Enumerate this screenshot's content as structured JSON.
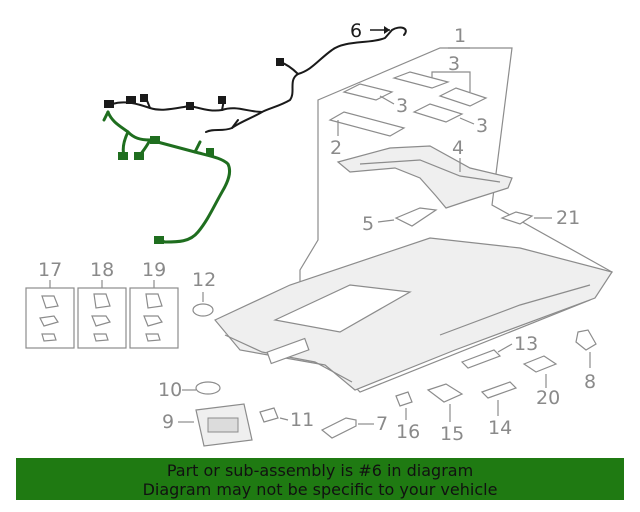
{
  "callouts": {
    "c1": "1",
    "c2": "2",
    "c3a": "3",
    "c3b": "3",
    "c3c": "3",
    "c4": "4",
    "c5": "5",
    "c6": "6",
    "c7": "7",
    "c8": "8",
    "c9": "9",
    "c10": "10",
    "c11": "11",
    "c12": "12",
    "c13": "13",
    "c14": "14",
    "c15": "15",
    "c16": "16",
    "c17": "17",
    "c18": "18",
    "c19": "19",
    "c20": "20",
    "c21": "21"
  },
  "highlight_part": "6",
  "colors": {
    "banner": "#1f7a12",
    "highlight": "#1f6e1f",
    "line": "#8c8c8c"
  },
  "banner": {
    "line1": "Part or sub-assembly is #6 in diagram",
    "line2": "Diagram may not be specific to your vehicle"
  }
}
